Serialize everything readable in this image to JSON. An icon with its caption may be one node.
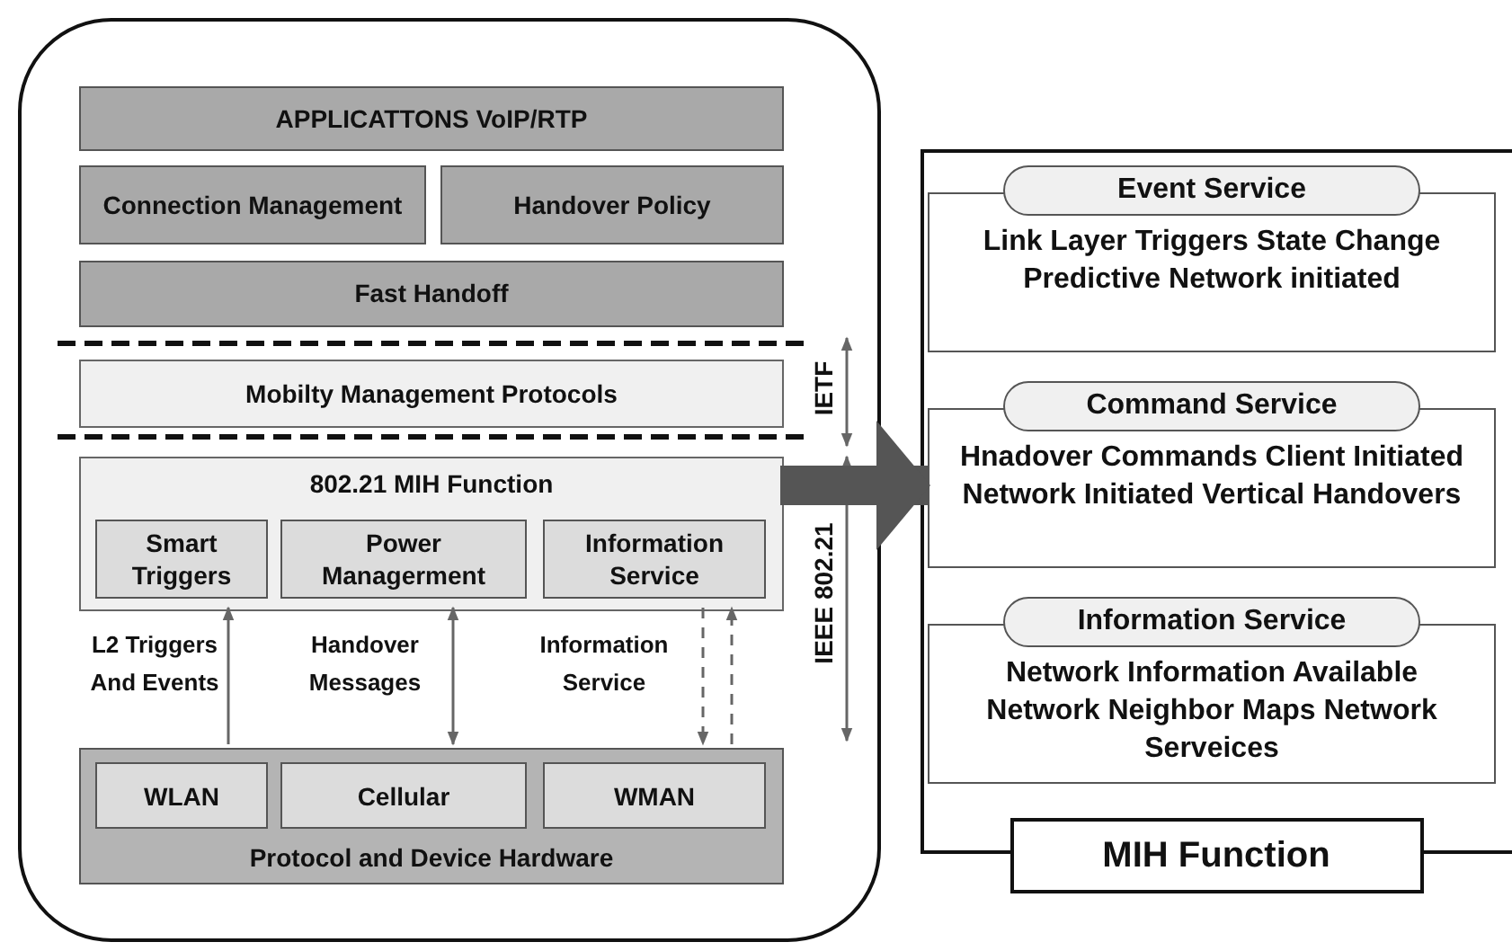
{
  "diagram": {
    "nodes": [
      {
        "text": [],
        "shape": "box"
      },
      {
        "text": [
          "APPLICATTONS VoIP/RTP"
        ],
        "in": 0
      },
      {
        "text": [
          "Connection Management"
        ],
        "in": 0
      },
      {
        "text": [
          "Handover Policy"
        ],
        "in": 0
      },
      {
        "text": [
          "Fast Handoff"
        ],
        "in": 0
      },
      {
        "text": [
          "Mobilty Management Protocols"
        ],
        "in": 0
      },
      {
        "text": [
          "802.21 MIH Function"
        ],
        "in": 0
      },
      {
        "text": [
          "Smart Triggers"
        ],
        "in": 6
      },
      {
        "text": [
          "Power Managerment"
        ],
        "in": 6
      },
      {
        "text": [
          "Information Service"
        ],
        "in": 6
      },
      {
        "text": [
          "Protocol and Device Hardware"
        ],
        "in": 0
      },
      {
        "text": [
          "WLAN"
        ],
        "in": 10
      },
      {
        "text": [
          "Cellular"
        ],
        "in": 10
      },
      {
        "text": [
          "WMAN"
        ],
        "in": 10
      },
      {
        "text": [
          "MIH Function"
        ]
      },
      {
        "text": [
          "Event Service",
          "Link Layer Triggers State Change Predictive Network initiated"
        ],
        "in": 14
      },
      {
        "text": [
          "Command Service",
          "Hnadover Commands Client Initiated Network Initiated Vertical Handovers"
        ],
        "in": 14
      },
      {
        "text": [
          "Information Service",
          "Network Information Available Network Neighbor Maps Network Serveices"
        ],
        "in": 14
      }
    ],
    "edges": [
      {
        "from": 6,
        "to": 16,
        "arrow": "to",
        "style": "thick",
        "color": "#555555"
      },
      {
        "from": 10,
        "to": 6,
        "arrow": "to",
        "label": "L2 Triggers And Events"
      },
      {
        "from": 6,
        "to": 10,
        "arrow": "both",
        "label": "Handover Messages"
      },
      {
        "from": 6,
        "to": 10,
        "arrow": "to",
        "style": "dashed",
        "label": "Information Service"
      },
      {
        "from": 10,
        "to": 6,
        "arrow": "to",
        "style": "dashed"
      }
    ],
    "labels": [
      "IETF",
      "IEEE 802.21"
    ]
  }
}
